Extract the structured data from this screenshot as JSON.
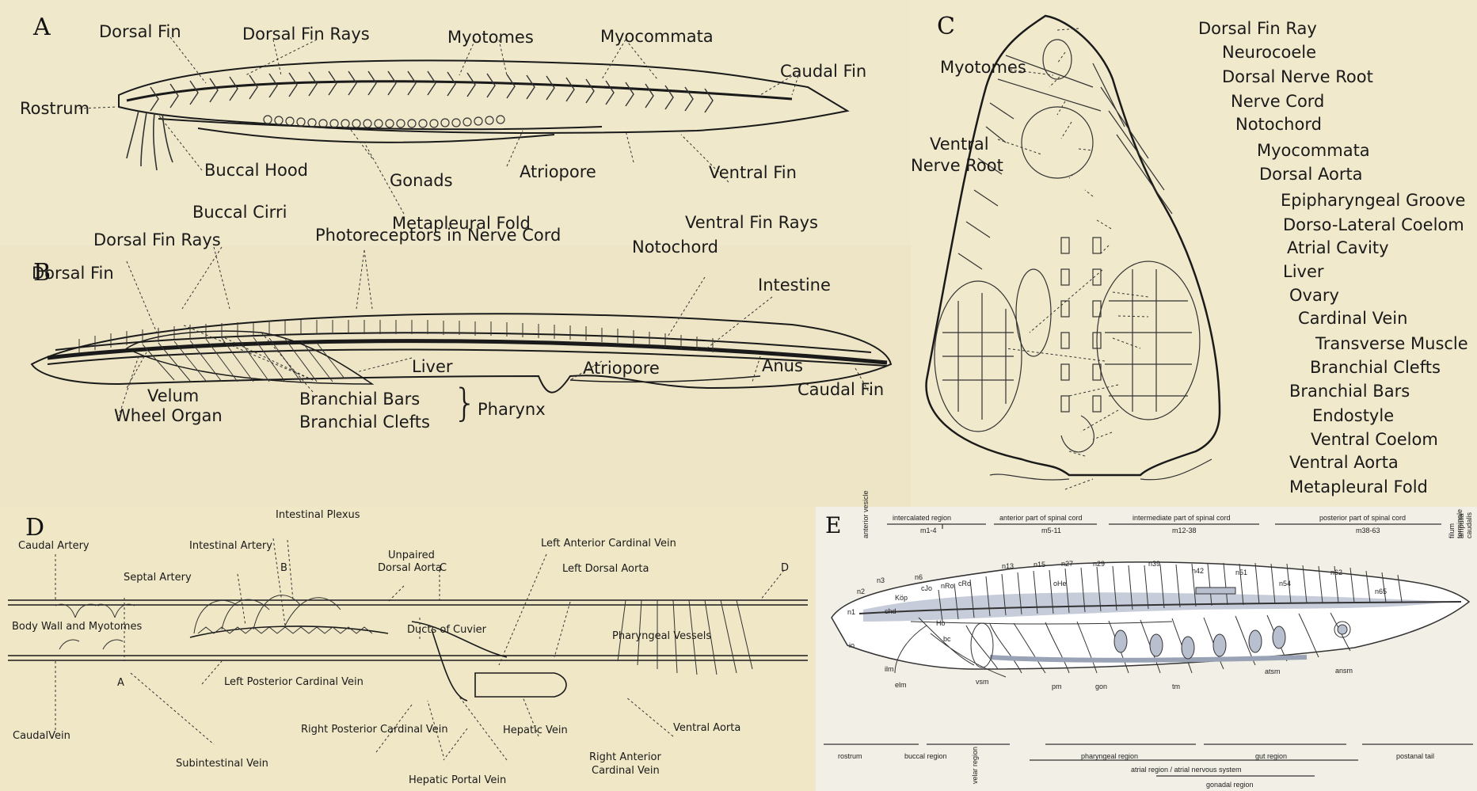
{
  "panels": {
    "a": {
      "letter": "A",
      "labels": {
        "dorsal_fin": "Dorsal Fin",
        "dorsal_fin_rays": "Dorsal Fin Rays",
        "myotomes": "Myotomes",
        "myocommata": "Myocommata",
        "caudal_fin": "Caudal Fin",
        "rostrum": "Rostrum",
        "buccal_hood": "Buccal Hood",
        "gonads": "Gonads",
        "atriopore": "Atriopore",
        "ventral_fin": "Ventral Fin",
        "buccal_cirri": "Buccal Cirri",
        "metapleural_fold": "Metapleural Fold",
        "ventral_fin_rays": "Ventral Fin Rays"
      }
    },
    "b": {
      "letter": "B",
      "labels": {
        "dorsal_fin_rays": "Dorsal Fin Rays",
        "photoreceptors": "Photoreceptors in Nerve Cord",
        "notochord": "Notochord",
        "dorsal_fin": "Dorsal Fin",
        "intestine": "Intestine",
        "liver": "Liver",
        "atriopore": "Atriopore",
        "anus": "Anus",
        "velum": "Velum",
        "caudal_fin": "Caudal Fin",
        "branchial_bars": "Branchial Bars",
        "pharynx": "Pharynx",
        "wheel_organ": "Wheel Organ",
        "branchial_clefts": "Branchial Clefts"
      }
    },
    "c": {
      "letter": "C",
      "labels": {
        "myotomes": "Myotomes",
        "ventral_nerve_root_1": "Ventral",
        "ventral_nerve_root_2": "Nerve Root",
        "right": [
          "Dorsal Fin Ray",
          "Neurocoele",
          "Dorsal Nerve Root",
          "Nerve Cord",
          "Notochord",
          "Myocommata",
          "Dorsal Aorta",
          "Epipharyngeal Groove",
          "Dorso-Lateral Coelom",
          "Atrial Cavity",
          "Liver",
          "Ovary",
          "Cardinal Vein",
          "Transverse Muscle",
          "Branchial Clefts",
          "Branchial Bars",
          "Endostyle",
          "Ventral Coelom",
          "Ventral Aorta",
          "Metapleural Fold"
        ]
      }
    },
    "d": {
      "letter": "D",
      "labels": {
        "intestinal_plexus": "Intestinal Plexus",
        "unpaired_1": "Unpaired",
        "unpaired_2": "Dorsal Aorta",
        "caudal_artery": "Caudal Artery",
        "intestinal_artery": "Intestinal Artery",
        "b": "B",
        "c": "C",
        "left_anterior_cardinal_vein": "Left Anterior Cardinal Vein",
        "left_dorsal_aorta": "Left Dorsal Aorta",
        "d": "D",
        "septal_artery": "Septal Artery",
        "body_wall": "Body Wall and Myotomes",
        "ducts_of_cuvier": "Ducts of Cuvier",
        "pharyngeal_vessels": "Pharyngeal Vessels",
        "left_posterior_cardinal_vein": "Left Posterior Cardinal Vein",
        "a": "A",
        "right_posterior_cardinal_vein": "Right Posterior Cardinal Vein",
        "hepatic_vein": "Hepatic Vein",
        "ventral_aorta": "Ventral Aorta",
        "caudal_vein": "CaudalVein",
        "subintestinal_vein": "Subintestinal Vein",
        "right_anterior_1": "Right Anterior",
        "right_anterior_2": "Cardinal Vein",
        "hepatic_portal_vein": "Hepatic Portal Vein"
      }
    },
    "e": {
      "letter": "E",
      "top_regions": [
        {
          "name": "intercalated region",
          "range": "m1-4"
        },
        {
          "name": "anterior part of spinal cord",
          "range": "m5-11"
        },
        {
          "name": "intermediate part of spinal cord",
          "range": "m12-38"
        },
        {
          "name": "posterior part of spinal cord",
          "range": "m38-63"
        }
      ],
      "anterior_vesicle": "anterior vesicle",
      "filum_1": "filum terminale",
      "filum_2": "ampulla caudalis",
      "nerves": [
        "n2",
        "n3",
        "n6",
        "n13",
        "n15",
        "n27",
        "n29",
        "n39",
        "n42",
        "n51",
        "n54",
        "n62",
        "n65"
      ],
      "internal": [
        "Köp",
        "cJo",
        "nRo",
        "cRo",
        "oHe",
        "Ho",
        "chd",
        "n1",
        "io",
        "bc",
        "ilm",
        "elm",
        "vsm",
        "pm",
        "gon",
        "tm",
        "atsm",
        "ansm"
      ],
      "bottom_regions": {
        "rostrum": "rostrum",
        "buccal": "buccal region",
        "velar": "velar region",
        "pharyngeal": "pharyngeal region",
        "gut": "gut region",
        "postanal": "postanal tail",
        "atrial": "atrial region / atrial nervous system",
        "gonadal": "gonadal region"
      }
    }
  },
  "colors": {
    "paper": "#efe7c9",
    "ink": "#1a1a1a",
    "e_fill": "#b8bfcf",
    "e_bg": "#f2efe6"
  }
}
